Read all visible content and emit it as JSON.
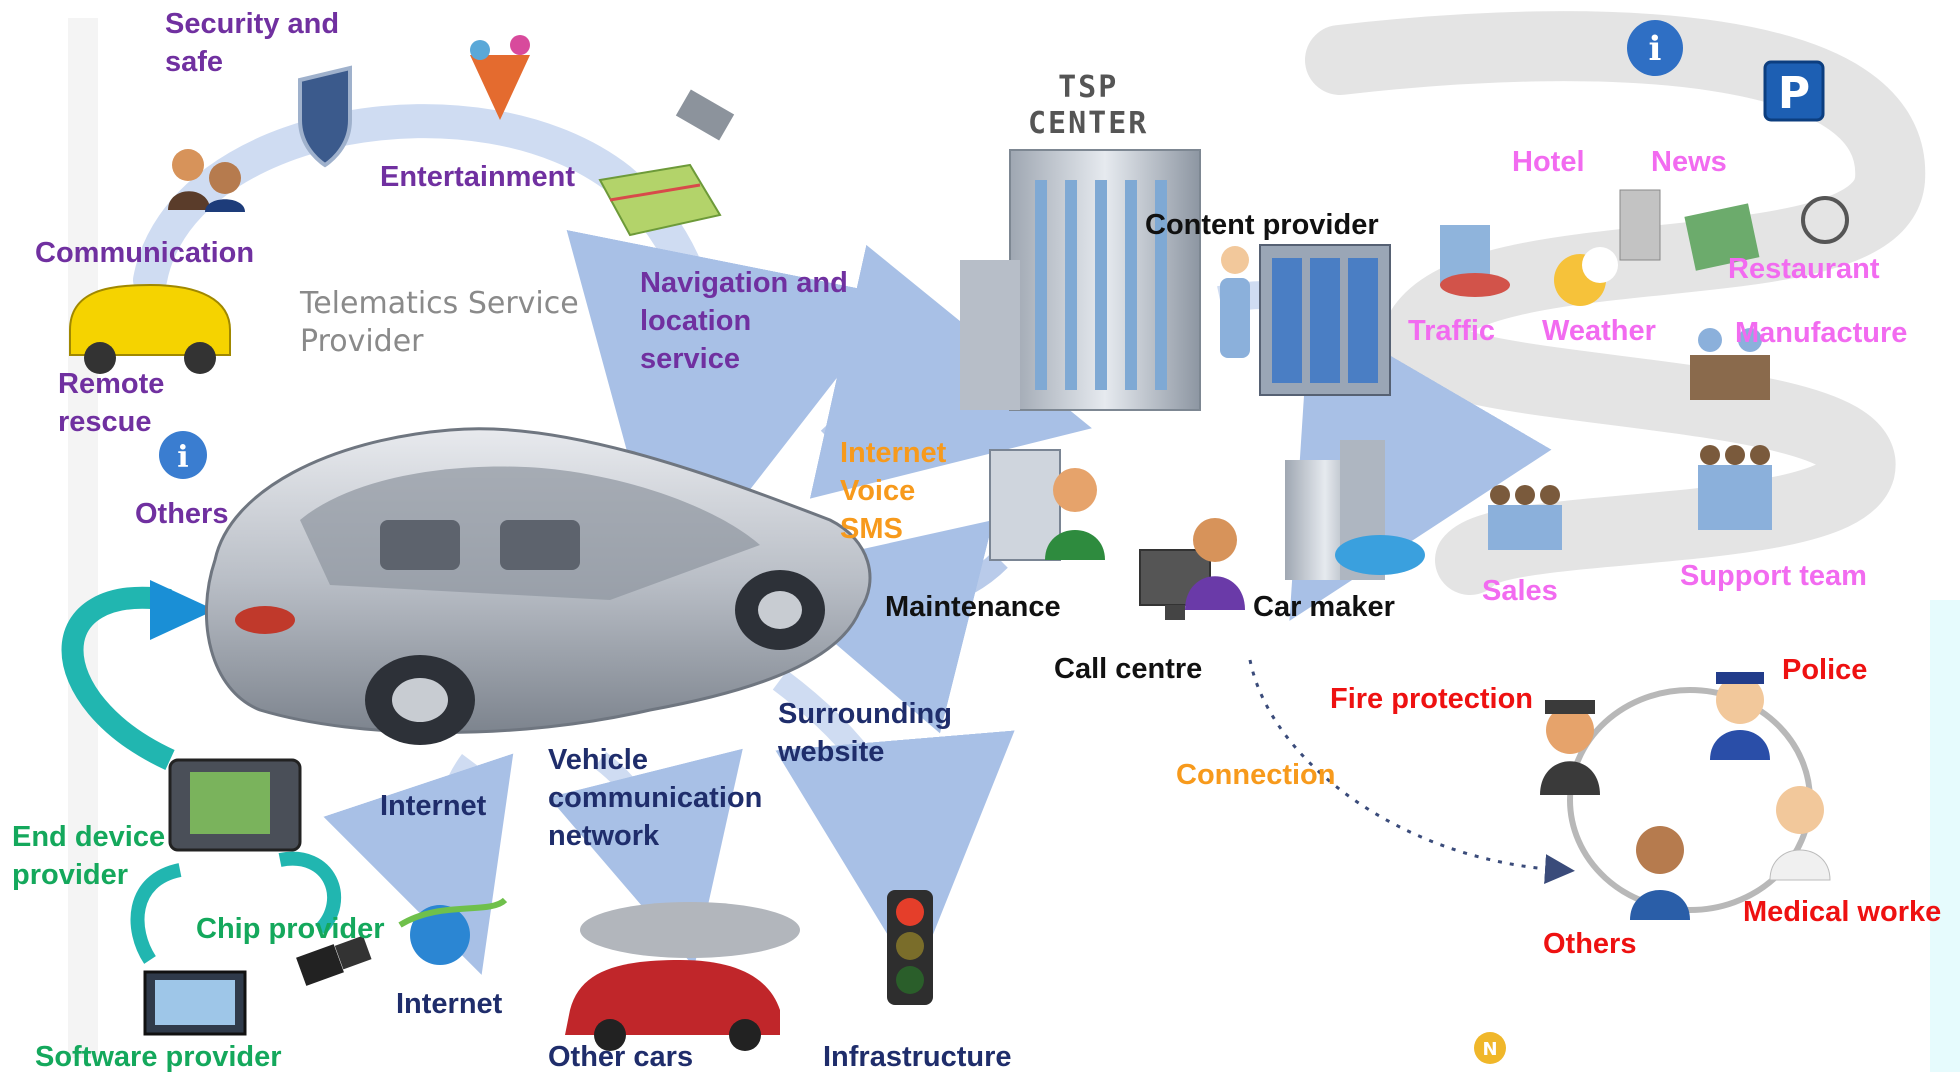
{
  "labels": {
    "security": "Security and\nsafe",
    "entertainment": "Entertainment",
    "communication": "Communication",
    "navigation": "Navigation and\nlocation\nservice",
    "remote_rescue": "Remote\nrescue",
    "others_left": "Others",
    "telematics": "Telematics Service\nProvider",
    "internet_voice_sms": "Internet\nVoice\nSMS",
    "tsp_center": "TSP\nCENTER",
    "content_provider": "Content provider",
    "hotel": "Hotel",
    "news": "News",
    "restaurant": "Restaurant",
    "traffic": "Traffic",
    "weather": "Weather",
    "manufacture": "Manufacture",
    "maintenance": "Maintenance",
    "car_maker": "Car maker",
    "sales": "Sales",
    "support_team": "Support team",
    "call_centre": "Call centre",
    "fire_protection": "Fire protection",
    "police": "Police",
    "connection": "Connection",
    "medical_worker": "Medical worke",
    "others_right": "Others",
    "internet_mid": "Internet",
    "vehicle_comm": "Vehicle\ncommunication\nnetwork",
    "surrounding": "Surrounding\nwebsite",
    "end_device": "End device\nprovider",
    "chip_provider": "Chip provider",
    "internet_bottom": "Internet",
    "software_provider": "Software provider",
    "other_cars": "Other cars",
    "infrastructure": "Infrastructure"
  },
  "colors": {
    "services": "#7030a0",
    "network": "#1f2d6b",
    "channels": "#f79a1c",
    "tsp_roles": "#111111",
    "content": "#f26bf0",
    "emergency": "#ee1111",
    "providers": "#14a85c",
    "arrows": "#b9cbea",
    "teal_arrow": "#21b6b0"
  },
  "icons": [
    "info-icon",
    "parking-icon",
    "shield-icon",
    "people-icon",
    "globe-icon",
    "car-icon",
    "building-icon",
    "server-icon",
    "traffic-light-icon",
    "weather-icon",
    "police-icon",
    "doctor-icon",
    "firefighter-icon",
    "chip-icon",
    "gps-device-icon",
    "logo-icon"
  ]
}
